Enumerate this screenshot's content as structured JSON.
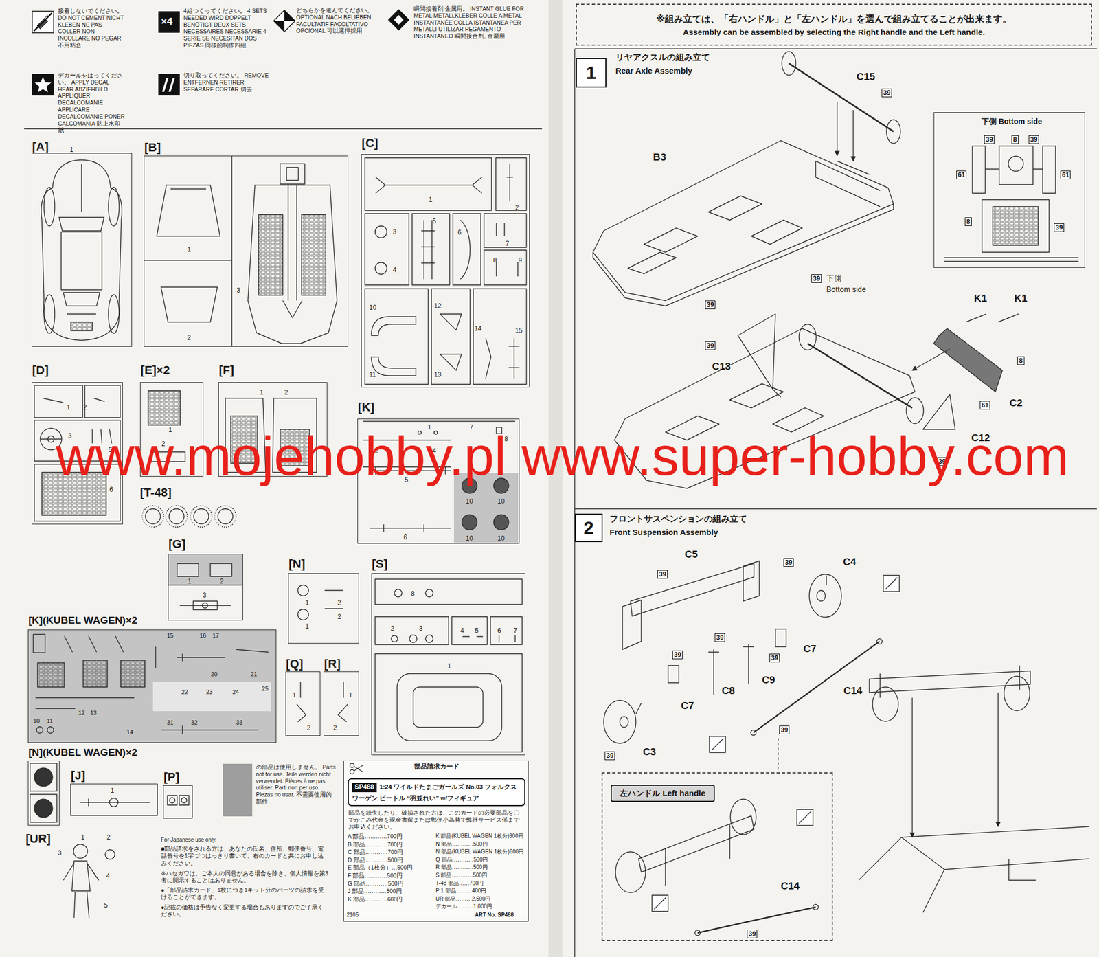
{
  "diagram": {
    "nodes": [
      {
        "text": [
          "[A]"
        ]
      },
      {
        "text": [
          "[B]"
        ]
      },
      {
        "text": [
          "[C]"
        ]
      },
      {
        "text": [
          "[D]"
        ]
      },
      {
        "text": [
          "[E]×2"
        ]
      },
      {
        "text": [
          "[F]"
        ]
      },
      {
        "text": [
          "[K]"
        ]
      },
      {
        "text": [
          "[G]"
        ]
      },
      {
        "text": [
          "[N]"
        ]
      },
      {
        "text": [
          "[S]"
        ]
      },
      {
        "text": [
          "[K](KUBEL WAGEN)×2"
        ]
      },
      {
        "text": [
          "[Q]"
        ]
      },
      {
        "text": [
          "[R]"
        ]
      },
      {
        "text": [
          "[N](KUBEL WAGEN)×2"
        ]
      },
      {
        "text": [
          "[J]"
        ]
      },
      {
        "text": [
          "[P]"
        ]
      },
      {
        "text": [
          "部品請求カード",
          "部品を紛失したり、破損された方は、このカードの必要部品を〇でかこみ代金を現金書留または郵便小為替で弊社サービス係までお申込ください。"
        ]
      },
      {
        "text": [
          "SP488",
          "1:24 ワイルドたまごガールズ No.03 フォルクスワーゲン ビートル “羽並れい” w/フィギュア"
        ],
        "in": 16
      },
      {
        "text": [
          "※組み立ては、「右ハンドル」と「左ハンドル」を選んで組み立てることが出来ます。",
          "Assembly can be assembled by selecting the Right handle and the Left handle."
        ]
      },
      {
        "text": [
          "1"
        ]
      },
      {
        "text": [
          "下側 Bottom side"
        ]
      },
      {
        "text": [
          "2"
        ]
      },
      {
        "text": []
      },
      {
        "text": [
          "左ハンドル Left handle"
        ],
        "in": 22
      }
    ],
    "labels": [
      "1",
      "1",
      "2",
      "3",
      "1",
      "2",
      "3",
      "4",
      "5",
      "6",
      "7",
      "8",
      "9",
      "10",
      "11",
      "12",
      "13",
      "14",
      "15",
      "1",
      "2",
      "3",
      "4",
      "5",
      "6",
      "1",
      "2",
      "1",
      "2",
      "[T-48]",
      "1",
      "7",
      "8",
      "2",
      "4",
      "5",
      "6",
      "10",
      "10",
      "10",
      "10",
      "1",
      "2",
      "3",
      "1",
      "2",
      "1",
      "2",
      "8",
      "2",
      "3",
      "4",
      "5",
      "6",
      "7",
      "1",
      "15",
      "16",
      "17",
      "20",
      "21",
      "22",
      "23",
      "24",
      "25",
      "31",
      "32",
      "33",
      "10",
      "11",
      "12",
      "13",
      "14",
      "1",
      "2",
      "1",
      "2",
      "1",
      "1",
      "2",
      "3",
      "4",
      "5",
      "For Japanese use only.",
      "■部品請求をされる方は、あなたの氏名、住所、郵便番号、電話番号を1字づつはっきり書いて、右のカードと共にお申し込みください。",
      "※ハセガワは、ご本人の同意がある場合を除き、個人情報を第3者に開示することはありません。",
      "●「部品請求カード」1枚につき1キット分のパーツの請求を受けることができます。",
      "●記載の価格は予告なく変更する場合もありますのでご了承ください。",
      "A 部品…………700円",
      "B 部品…………700円",
      "C 部品…………700円",
      "D 部品…………500円",
      "E 部品（1枚分）…500円",
      "F 部品…………500円",
      "G 部品…………500円",
      "J 部品…………500円",
      "K 部品…………600円",
      "K 部品(KUBEL WAGEN 1枚分)900円",
      "N 部品…………500円",
      "N 部品(KUBEL WAGEN 1枚分)600円",
      "Q 部品…………500円",
      "R 部品…………500円",
      "S 部品…………500円",
      "T-48 部品……700円",
      "P 1 部品………400円",
      "UR 部品………2,500円",
      "デカール………1,000円",
      "2105",
      "ART No. SP488",
      "リヤアクスルの組み立て",
      "Rear Axle Assembly",
      "C15",
      "39",
      "B3",
      "39",
      "39",
      "下側",
      "Bottom side",
      "K1",
      "K1",
      "8",
      "39",
      "C13",
      "61",
      "C2",
      "C12",
      "39",
      "39",
      "8",
      "39",
      "61",
      "61",
      "8",
      "39",
      "フロントサスペンションの組み立て",
      "Front Suspension Assembly",
      "C5",
      "39",
      "C4",
      "39",
      "39",
      "39",
      "C7",
      "39",
      "C9",
      "C14",
      "C7",
      "C8",
      "39",
      "39",
      "C3",
      "C14",
      "39",
      "www.mojehobby.pl www.super-hobby.com",
      "[UR]",
      "×4"
    ],
    "legend": [
      {
        "text": "接着しないでください。 DO NOT CEMENT NICHT KLEBEN NE PAS COLLER NON INCOLLARE NO PEGAR 不用粘合"
      },
      {
        "text": "4組つくってください。 4 SETS NEEDED WIRD DOPPELT BENÖTIGT DEUX SETS NECESSAIRES NECESSARIE 4 SERIE SE NECESITAN DOS PIEZAS 同樣的制作四組"
      },
      {
        "text": "どちらかを選んでください。 OPTIONAL NACH BELIEBEN FACULTATIF FACOLTATIVO OPCIONAL 可以選擇採用"
      },
      {
        "text": "瞬間接着剤 金属用。 INSTANT GLUE FOR METAL METALLKLEBER COLLE A METAL INSTANTANÉE COLLA ISTANTANEA PER METALLI UTILIZAR PEGAMENTO INSTANTANEO 瞬間接合劑, 金屬用"
      },
      {
        "text": "デカールをはってください。 APPLY DECAL HEAR ABZIEHBILD APPLIQUER DECALCOMANIE APPLICARE DECALCOMANIE PONER CALCOMANIA 貼上水印紙"
      },
      {
        "text": "切り取ってください。 REMOVE ENTFERNEN RETIRER SEPARARE CORTAR 切去"
      },
      {
        "text": "の部品は使用しません。 Parts not for use. Teile werden nicht verwendet. Pièces à ne pas utiliser. Parti non per uso. Piezas no usar. 不需要使用的部件",
        "color": "#9e9e9e"
      }
    ]
  }
}
